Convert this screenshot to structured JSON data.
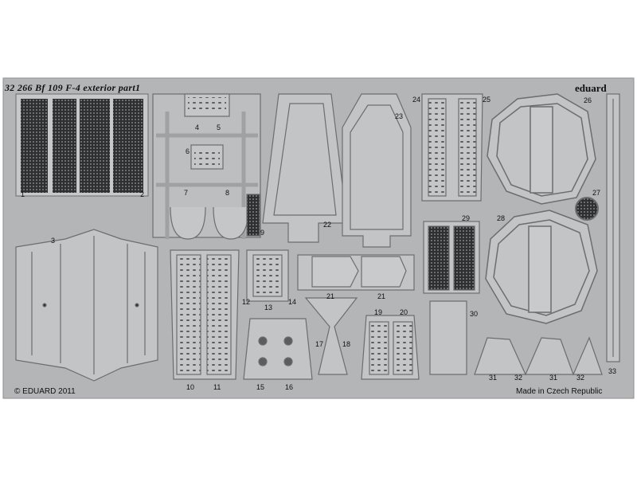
{
  "sheet": {
    "title": "32 266  Bf 109 F-4 exterior   part1",
    "brand": "eduard",
    "copyright": "© EDUARD 2011",
    "made_in": "Made in Czech Republic"
  },
  "part_numbers": [
    "1",
    "2",
    "3",
    "4",
    "5",
    "6",
    "7",
    "8",
    "9",
    "10",
    "11",
    "12",
    "13",
    "14",
    "15",
    "16",
    "17",
    "18",
    "19",
    "20",
    "21",
    "21",
    "22",
    "23",
    "24",
    "25",
    "26",
    "27",
    "28",
    "29",
    "30",
    "31",
    "32",
    "31",
    "32",
    "33"
  ],
  "colors": {
    "background": "#ffffff",
    "fret": "#b3b5b7",
    "part": "#c2c4c6",
    "outline": "#6b6d70",
    "dark": "#3a3b3d"
  }
}
